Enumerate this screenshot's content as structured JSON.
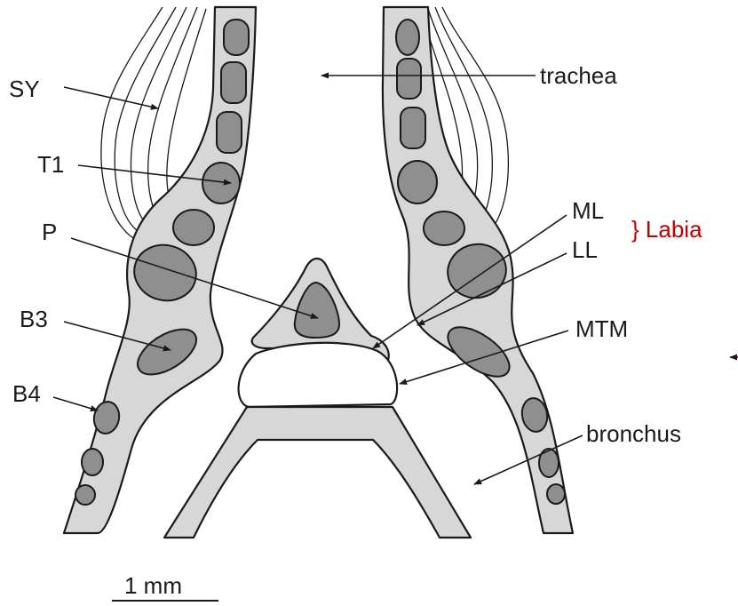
{
  "labels": {
    "sy": "SY",
    "t1": "T1",
    "p": "P",
    "b3": "B3",
    "b4": "B4",
    "trachea": "trachea",
    "ml": "ML",
    "ll": "LL",
    "labia": "} Labia",
    "mtm": "MTM",
    "bronchus": "bronchus",
    "scale": "1 mm"
  },
  "colors": {
    "tissue": "#d7d7d7",
    "cartilage": "#8f8f8f",
    "outline": "#1a1a1a",
    "annotation": "#c00000"
  }
}
